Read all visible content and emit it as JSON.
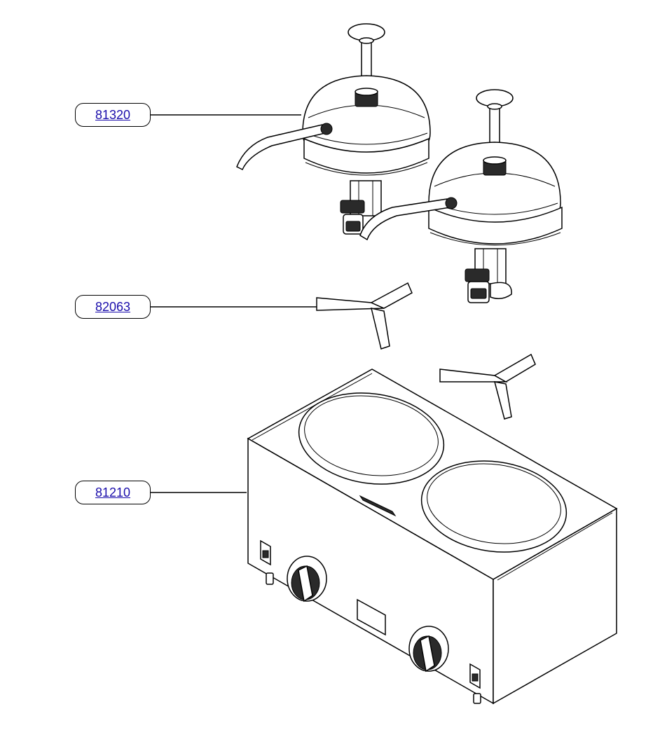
{
  "parts": [
    {
      "id": "81320",
      "label": "81320",
      "component": "pump-dispenser"
    },
    {
      "id": "82063",
      "label": "82063",
      "component": "pouch-spreader-bracket"
    },
    {
      "id": "81210",
      "label": "81210",
      "component": "dual-well-warmer-base"
    }
  ],
  "colors": {
    "line": "#000000",
    "background": "#ffffff",
    "link": "#1a0dab"
  }
}
